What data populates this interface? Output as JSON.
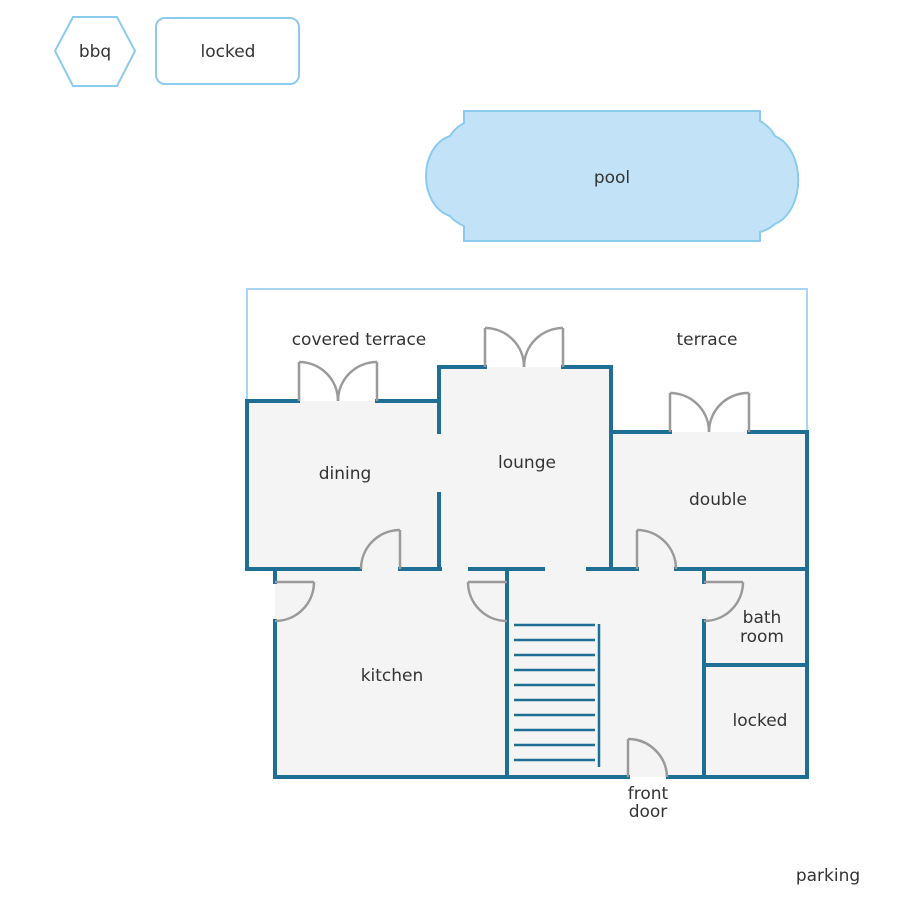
{
  "colors": {
    "wall": "#1e6e96",
    "floor": "#f4f4f4",
    "pool_fill": "#c2e3f7",
    "pool_stroke": "#8ccbef",
    "legend_stroke": "#8ccbef",
    "door": "#9a9a9a",
    "text": "#333333"
  },
  "legend": {
    "bbq": "bbq",
    "locked": "locked"
  },
  "pool": {
    "label": "pool"
  },
  "rooms": {
    "covered_terrace": "covered terrace",
    "terrace": "terrace",
    "dining": "dining",
    "lounge": "lounge",
    "double": "double",
    "kitchen": "kitchen",
    "bath_room_line1": "bath",
    "bath_room_line2": "room",
    "locked": "locked"
  },
  "entrance": {
    "front_door_line1": "front",
    "front_door_line2": "door"
  },
  "parking": "parking"
}
